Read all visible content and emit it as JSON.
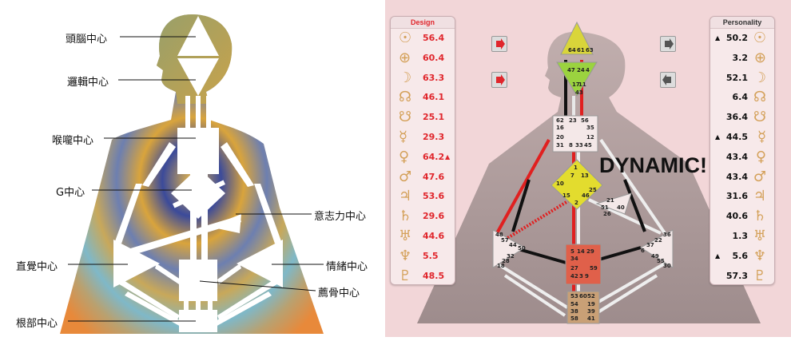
{
  "left_diagram": {
    "labels": {
      "head": "頭腦中心",
      "logic": "邏輯中心",
      "throat": "喉嚨中心",
      "g": "G中心",
      "will": "意志力中心",
      "intuition": "直覺中心",
      "emotion": "情緒中心",
      "sacral": "薦骨中心",
      "root": "根部中心"
    }
  },
  "right_chart": {
    "overlay_text": "DYNAMIC!",
    "design": {
      "title": "Design",
      "rows": [
        {
          "glyph": "☉",
          "value": "56.4",
          "mark": ""
        },
        {
          "glyph": "⊕",
          "value": "60.4",
          "mark": ""
        },
        {
          "glyph": "☽",
          "value": "63.3",
          "mark": ""
        },
        {
          "glyph": "☊",
          "value": "46.1",
          "mark": ""
        },
        {
          "glyph": "☋",
          "value": "25.1",
          "mark": ""
        },
        {
          "glyph": "☿",
          "value": "29.3",
          "mark": ""
        },
        {
          "glyph": "♀",
          "value": "64.2",
          "mark": "▲"
        },
        {
          "glyph": "♂",
          "value": "47.6",
          "mark": ""
        },
        {
          "glyph": "♃",
          "value": "53.6",
          "mark": ""
        },
        {
          "glyph": "♄",
          "value": "29.6",
          "mark": ""
        },
        {
          "glyph": "♅",
          "value": "44.6",
          "mark": ""
        },
        {
          "glyph": "♆",
          "value": "5.5",
          "mark": ""
        },
        {
          "glyph": "♇",
          "value": "48.5",
          "mark": ""
        }
      ]
    },
    "personality": {
      "title": "Personality",
      "rows": [
        {
          "glyph": "☉",
          "value": "50.2",
          "mark": "▲"
        },
        {
          "glyph": "⊕",
          "value": "3.2",
          "mark": ""
        },
        {
          "glyph": "☽",
          "value": "52.1",
          "mark": ""
        },
        {
          "glyph": "☊",
          "value": "6.4",
          "mark": ""
        },
        {
          "glyph": "☋",
          "value": "36.4",
          "mark": ""
        },
        {
          "glyph": "☿",
          "value": "44.5",
          "mark": "▲"
        },
        {
          "glyph": "♀",
          "value": "43.4",
          "mark": ""
        },
        {
          "glyph": "♂",
          "value": "43.4",
          "mark": ""
        },
        {
          "glyph": "♃",
          "value": "31.6",
          "mark": ""
        },
        {
          "glyph": "♄",
          "value": "40.6",
          "mark": ""
        },
        {
          "glyph": "♅",
          "value": "1.3",
          "mark": ""
        },
        {
          "glyph": "♆",
          "value": "5.6",
          "mark": "▲"
        },
        {
          "glyph": "♇",
          "value": "57.3",
          "mark": ""
        }
      ]
    },
    "gates": {
      "head": [
        "64",
        "61",
        "63"
      ],
      "ajna": [
        "47",
        "24",
        "4",
        "17",
        "11",
        "43"
      ],
      "throat": [
        "62",
        "23",
        "56",
        "16",
        "35",
        "20",
        "12",
        "31",
        "8",
        "33",
        "45"
      ],
      "g": [
        "1",
        "7",
        "13",
        "10",
        "25",
        "15",
        "46",
        "2"
      ],
      "ego": [
        "21",
        "51",
        "26",
        "40"
      ],
      "spleen": [
        "48",
        "57",
        "44",
        "50",
        "32",
        "28",
        "18"
      ],
      "solar": [
        "36",
        "22",
        "37",
        "6",
        "49",
        "55",
        "30"
      ],
      "sacral": [
        "5",
        "14",
        "29",
        "34",
        "27",
        "59",
        "42",
        "3",
        "9"
      ],
      "root": [
        "53",
        "60",
        "52",
        "54",
        "19",
        "38",
        "39",
        "58",
        "41"
      ]
    }
  }
}
